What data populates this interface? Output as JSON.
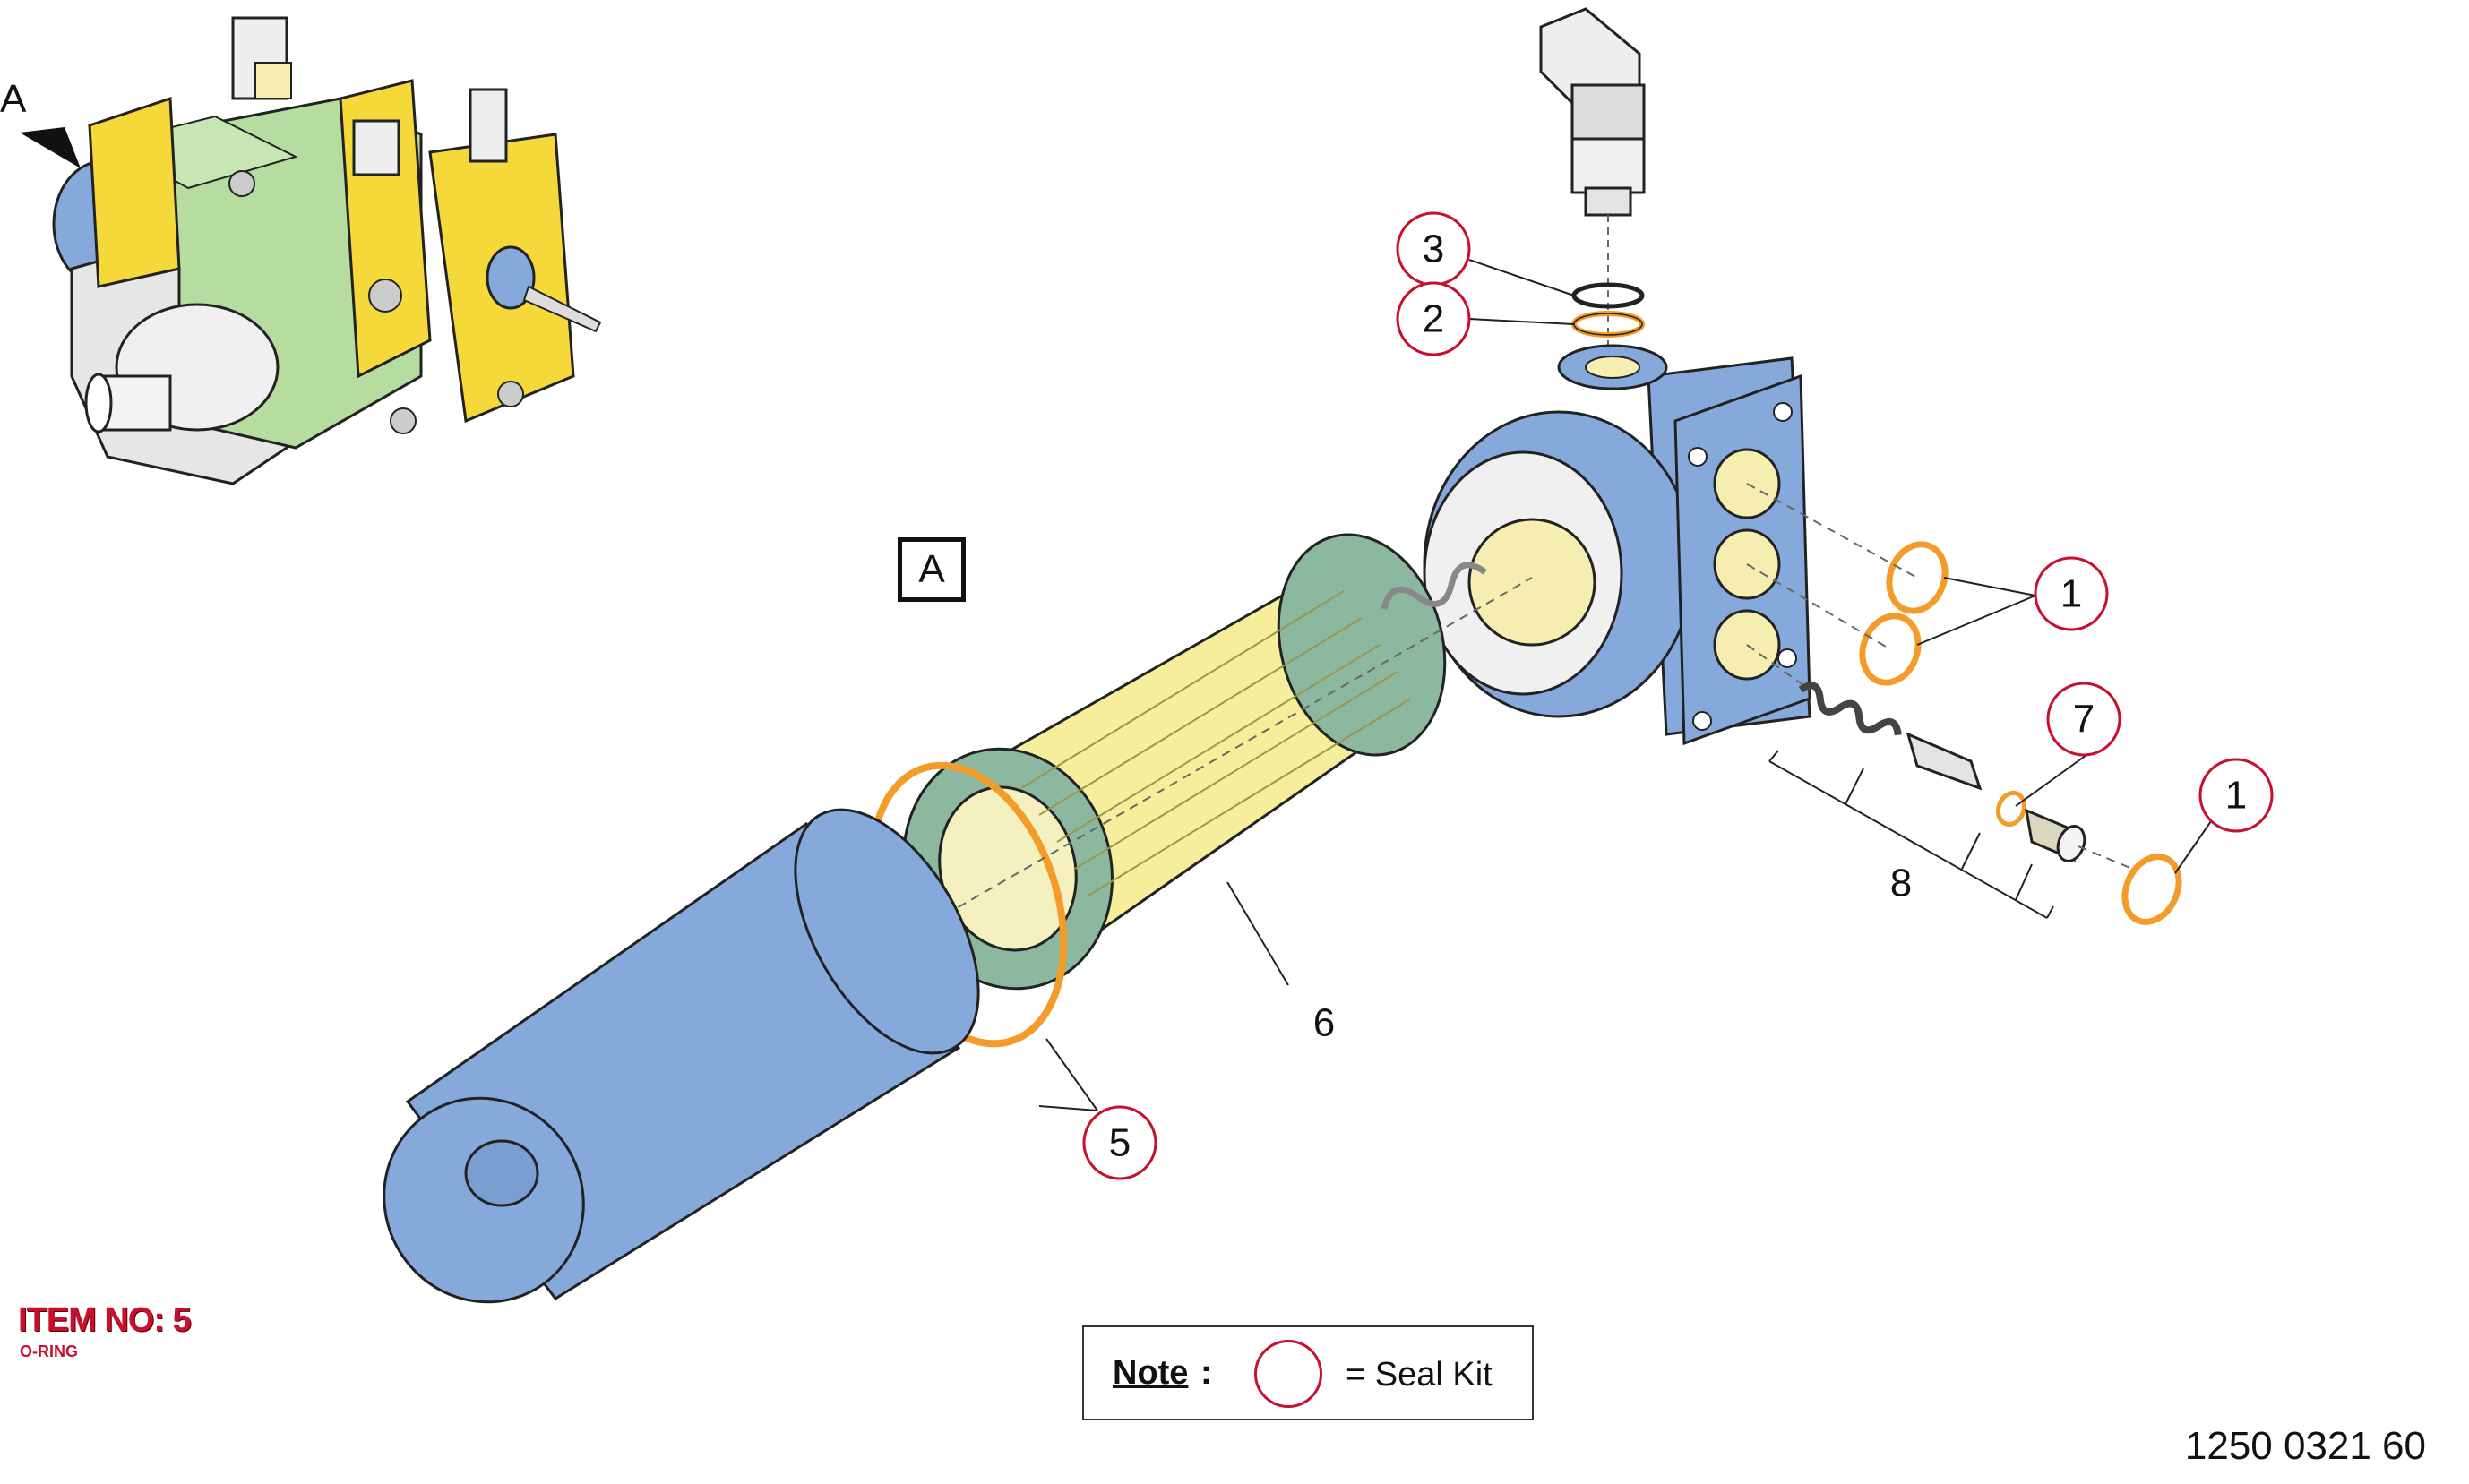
{
  "view_marker": {
    "arrow_label": "A",
    "box_label": "A"
  },
  "callouts": [
    {
      "id": "c3",
      "label": "3",
      "seal_kit": true
    },
    {
      "id": "c2",
      "label": "2",
      "seal_kit": true
    },
    {
      "id": "c1a",
      "label": "1",
      "seal_kit": true
    },
    {
      "id": "c7",
      "label": "7",
      "seal_kit": true
    },
    {
      "id": "c1b",
      "label": "1",
      "seal_kit": true
    },
    {
      "id": "c5",
      "label": "5",
      "seal_kit": true
    },
    {
      "id": "c6",
      "label": "6",
      "seal_kit": false
    },
    {
      "id": "c8",
      "label": "8",
      "seal_kit": false
    }
  ],
  "item_info": {
    "item_no": "ITEM NO: 5",
    "description": "O-RING"
  },
  "note": {
    "label": "Note",
    "colon": ":",
    "text": "= Seal Kit"
  },
  "drawing_number": "1250 0321 60",
  "colors": {
    "seal_ring": "#c8102e",
    "housing_blue": "#86a9dc",
    "filter_yellow": "#f6ee9a",
    "oring_orange": "#f39c2a",
    "pump_green": "#b6dca0",
    "pump_yellow": "#f5d93b"
  }
}
